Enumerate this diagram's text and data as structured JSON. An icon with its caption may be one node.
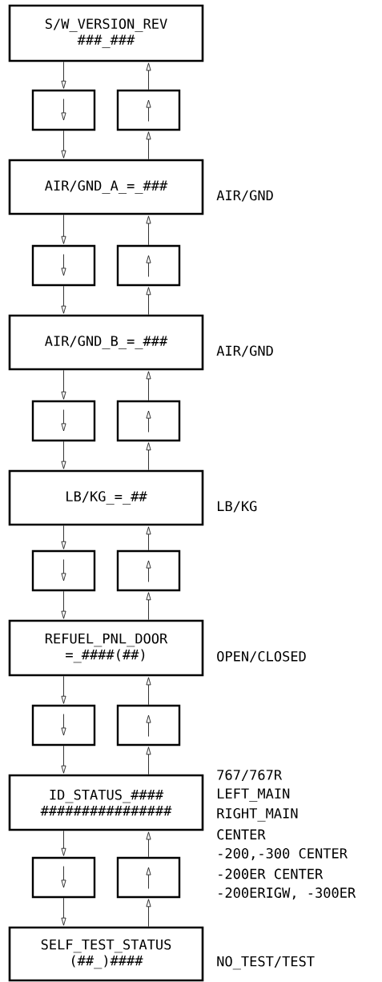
{
  "diagram": {
    "nodes": [
      {
        "text": [
          "S/W_VERSION_REV ###_###"
        ]
      },
      {
        "text": [],
        "shape": "box"
      },
      {
        "text": [],
        "shape": "box"
      },
      {
        "text": [
          "AIR/GND_A_=_###"
        ],
        "beside": [
          "AIR/GND"
        ]
      },
      {
        "text": [],
        "shape": "box"
      },
      {
        "text": [],
        "shape": "box"
      },
      {
        "text": [
          "AIR/GND_B_=_###"
        ],
        "beside": [
          "AIR/GND"
        ]
      },
      {
        "text": [],
        "shape": "box"
      },
      {
        "text": [],
        "shape": "box"
      },
      {
        "text": [
          "LB/KG_=_##"
        ],
        "beside": [
          "LB/KG"
        ]
      },
      {
        "text": [],
        "shape": "box"
      },
      {
        "text": [],
        "shape": "box"
      },
      {
        "text": [
          "REFUEL_PNL_DOOR =_####(##)"
        ],
        "beside": [
          "OPEN/CLOSED"
        ]
      },
      {
        "text": [],
        "shape": "box"
      },
      {
        "text": [],
        "shape": "box"
      },
      {
        "text": [
          "ID_STATUS_#### ################"
        ],
        "beside": [
          "767/767R",
          "LEFT_MAIN",
          "RIGHT_MAIN",
          "CENTER",
          "-200,-300 CENTER",
          "-200ER CENTER",
          "-200ERIGW, -300ER"
        ]
      },
      {
        "text": [],
        "shape": "box"
      },
      {
        "text": [],
        "shape": "box"
      },
      {
        "text": [
          "SELF_TEST_STATUS (##_)####"
        ],
        "beside": [
          "NO_TEST/TEST"
        ]
      }
    ],
    "edges": [
      {
        "from": 0,
        "to": 1,
        "arrow": "to"
      },
      {
        "from": 1,
        "to": 3,
        "arrow": "to"
      },
      {
        "from": 3,
        "to": 2,
        "arrow": "to"
      },
      {
        "from": 2,
        "to": 0,
        "arrow": "to"
      },
      {
        "from": 3,
        "to": 4,
        "arrow": "to"
      },
      {
        "from": 4,
        "to": 6,
        "arrow": "to"
      },
      {
        "from": 6,
        "to": 5,
        "arrow": "to"
      },
      {
        "from": 5,
        "to": 3,
        "arrow": "to"
      },
      {
        "from": 6,
        "to": 7,
        "arrow": "to"
      },
      {
        "from": 7,
        "to": 9,
        "arrow": "to"
      },
      {
        "from": 9,
        "to": 8,
        "arrow": "to"
      },
      {
        "from": 8,
        "to": 6,
        "arrow": "to"
      },
      {
        "from": 9,
        "to": 10,
        "arrow": "to"
      },
      {
        "from": 10,
        "to": 12,
        "arrow": "to"
      },
      {
        "from": 12,
        "to": 11,
        "arrow": "to"
      },
      {
        "from": 11,
        "to": 9,
        "arrow": "to"
      },
      {
        "from": 12,
        "to": 13,
        "arrow": "to"
      },
      {
        "from": 13,
        "to": 15,
        "arrow": "to"
      },
      {
        "from": 15,
        "to": 14,
        "arrow": "to"
      },
      {
        "from": 14,
        "to": 12,
        "arrow": "to"
      },
      {
        "from": 15,
        "to": 16,
        "arrow": "to"
      },
      {
        "from": 16,
        "to": 18,
        "arrow": "to"
      },
      {
        "from": 18,
        "to": 17,
        "arrow": "to"
      },
      {
        "from": 17,
        "to": 15,
        "arrow": "to"
      }
    ]
  }
}
